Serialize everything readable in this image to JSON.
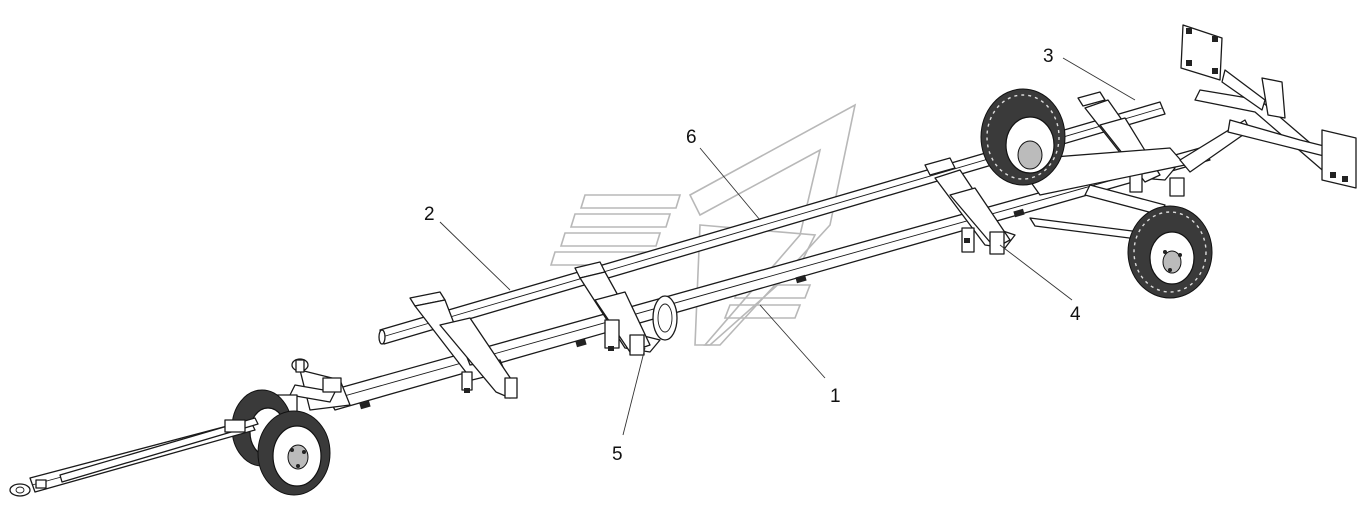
{
  "callouts": [
    {
      "id": "1",
      "label": "1"
    },
    {
      "id": "2",
      "label": "2"
    },
    {
      "id": "3",
      "label": "3"
    },
    {
      "id": "4",
      "label": "4"
    },
    {
      "id": "5",
      "label": "5"
    },
    {
      "id": "6",
      "label": "6"
    }
  ],
  "icons": {
    "watermark": "logo-watermark",
    "front-wheels": "wheel-icon",
    "rear-wheels": "wheel-icon"
  }
}
